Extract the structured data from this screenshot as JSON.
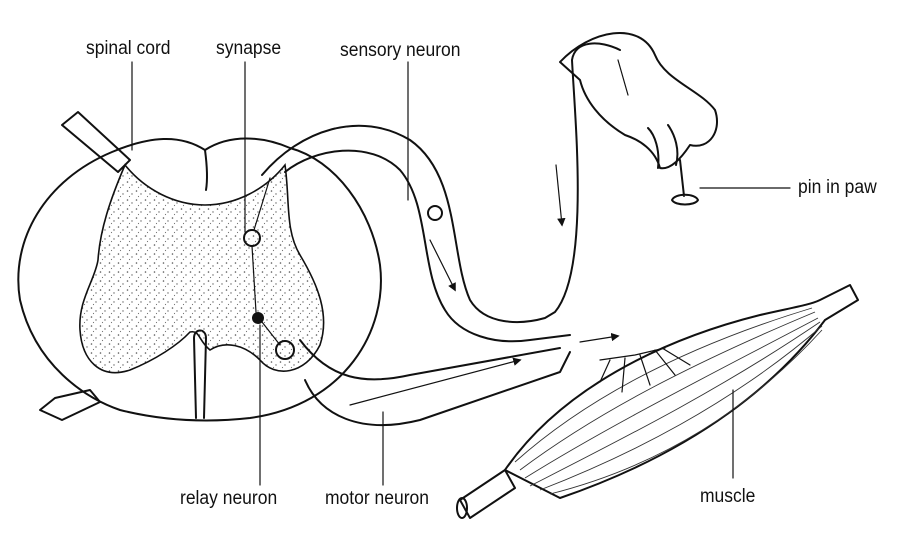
{
  "labels": {
    "spinal_cord": "spinal cord",
    "synapse": "synapse",
    "sensory_neuron": "sensory neuron",
    "pin_in_paw": "pin in paw",
    "relay_neuron": "relay neuron",
    "motor_neuron": "motor neuron",
    "muscle": "muscle"
  }
}
